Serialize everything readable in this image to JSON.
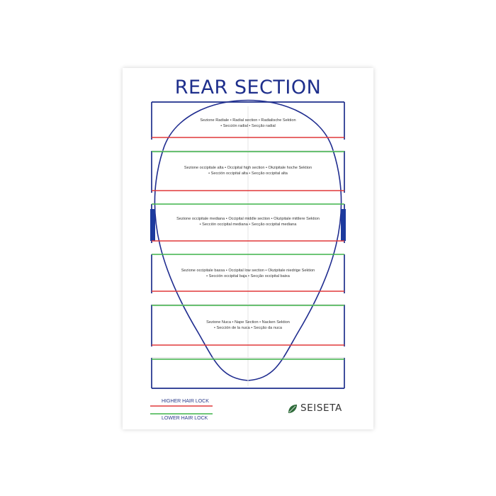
{
  "title": "REAR SECTION",
  "colors": {
    "frame_blue": "#1e2f8c",
    "curve_blue": "#1f2c8f",
    "higher_red": "#e0393a",
    "lower_green": "#3fb34a",
    "band_blue": "#1c3a9e"
  },
  "sections": [
    {
      "line1": "Sezione Radiale • Radial section • Radialische Sektion",
      "line2": "• Sección radial • Secção radial"
    },
    {
      "line1": "Sezione occipitale alta • Occipital high section • Okzipitale hoche Sektion",
      "line2": "• Sección occipital alta • Secção occipital alta"
    },
    {
      "line1": "Sezione occipitale mediana • Occipital middle section • Okzipitale mittlere Sektion",
      "line2": "• Sección occipital mediana • Secção occipital mediana"
    },
    {
      "line1": "Sezione occipitale bassa • Occipital low section • Okzipitale niedrige Sektion",
      "line2": "• Sección occipital baja • Secção occipital baixa"
    },
    {
      "line1": "Sezione Nuca • Nape Section • Nacken Sektion",
      "line2": "• Sección de la nuca • Secção da nuca"
    }
  ],
  "legend": {
    "higher": "HIGHER HAIR LOCK",
    "lower": "LOWER HAIR LOCK"
  },
  "brand": {
    "name": "SEISETA",
    "logo_icon": "leaf-icon"
  }
}
